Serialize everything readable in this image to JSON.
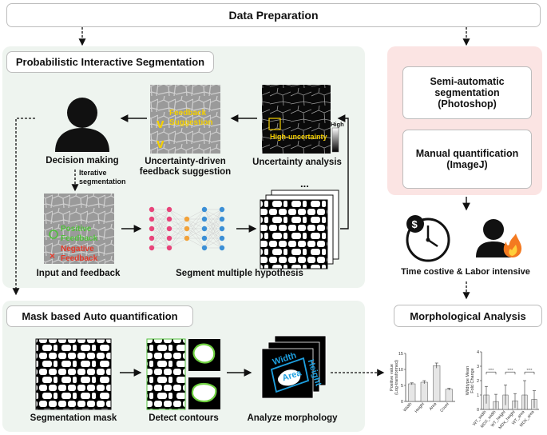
{
  "header": {
    "title": "Data Preparation"
  },
  "pis": {
    "title": "Probabilistic Interactive Segmentation",
    "decision_making": "Decision making",
    "iterative_seg": "Iterative\nsegmentation",
    "feedback_suggestion_overlay": "Feedback\nSuggestion",
    "uncertainty_feedback": "Uncertainty-driven\nfeedback suggestion",
    "uncertainty_analysis": "Uncertainty analysis",
    "high_uncertainty": "High-uncertainty",
    "colorbar_high": "High",
    "input_feedback": "Input and feedback",
    "positive_feedback": "Positive\nFeedback",
    "negative_feedback": "Negative\nFeedback",
    "segment_multiple": "Segment multiple hypothesis",
    "ellipsis": "..."
  },
  "mbaq": {
    "title": "Mask based Auto quantification",
    "segmentation_mask": "Segmentation mask",
    "detect_contours": "Detect contours",
    "analyze_morphology": "Analyze morphology",
    "width": "Width",
    "height": "Height",
    "area": "Area"
  },
  "manual": {
    "semi_auto": "Semi-automatic\nsegmentation\n(Photoshop)",
    "manual_quant": "Manual quantification\n(ImageJ)",
    "time_labor": "Time costive & Labor intensive"
  },
  "morph": {
    "title": "Morphological Analysis"
  },
  "colors": {
    "green_panel": "#eef4ef",
    "pink_panel": "#fbe4e3",
    "feedback_yellow": "#f5d000",
    "positive_green": "#4fbf3a",
    "negative_red": "#e53a2a",
    "measure_blue": "#1ea0e0"
  },
  "chart_data": [
    {
      "type": "bar",
      "ylabel": "Positive value\n(Log-transformed)",
      "categories": [
        "Width",
        "Height",
        "Area",
        "Count"
      ],
      "values": [
        5.5,
        6.0,
        11.2,
        3.8
      ],
      "errors": [
        0.3,
        0.5,
        0.8,
        0.3
      ],
      "ylim": [
        0,
        15
      ],
      "yticks": [
        0,
        5,
        10,
        15
      ]
    },
    {
      "type": "bar",
      "ylabel": "Wildtype Mean\nFold Change",
      "categories": [
        "WT_width",
        "MDX_width",
        "WT_height",
        "MDX_height",
        "WT_area",
        "MDX_area"
      ],
      "values": [
        1.0,
        0.55,
        1.0,
        0.6,
        1.0,
        0.7
      ],
      "errors": [
        0.6,
        0.5,
        0.7,
        0.5,
        1.0,
        0.6
      ],
      "ylim": [
        0,
        4
      ],
      "yticks": [
        0,
        1,
        2,
        3,
        4
      ],
      "significance": [
        "****",
        "****",
        "****"
      ]
    }
  ]
}
